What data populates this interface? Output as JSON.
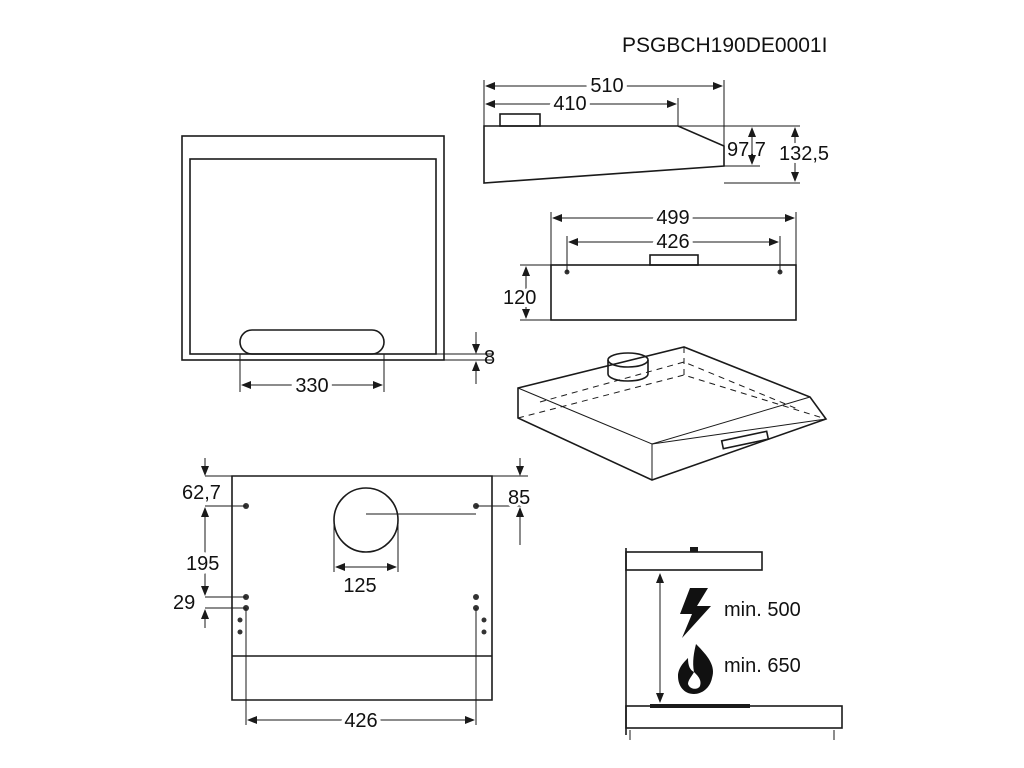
{
  "document": {
    "product_code": "PSGBCH190DE0001I"
  },
  "dimensions": {
    "side_total_depth": "510",
    "side_inner_depth": "410",
    "side_front_height": "97,7",
    "side_total_height": "132,5",
    "front_width": "499",
    "front_hole_spacing": "426",
    "front_height": "120",
    "bottom_grille_width": "330",
    "bottom_grille_offset": "8",
    "rear_top_left_offset": "62,7",
    "rear_left_hole_spacing": "195",
    "rear_left_small_spacing": "29",
    "rear_right_offset": "85",
    "rear_duct_diameter": "125",
    "rear_bottom_hole_spacing": "426"
  },
  "clearances": {
    "electric_min": "min. 500",
    "gas_min": "min. 650"
  },
  "icons": {
    "electric": "lightning-bolt-icon",
    "gas": "flame-icon"
  },
  "colors": {
    "line": "#1a1a1a",
    "background": "#ffffff"
  }
}
